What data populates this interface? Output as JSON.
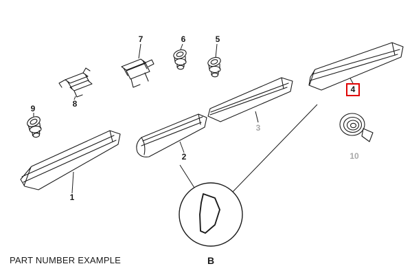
{
  "caption": "PART NUMBER EXAMPLE",
  "highlighted_part": "4",
  "colors": {
    "line": "#1a1a1a",
    "muted": "#a8a8a8",
    "highlight": "#e00000",
    "background": "#ffffff"
  },
  "labels": {
    "part1": "1",
    "part2": "2",
    "part3": "3",
    "part4": "4",
    "part5": "5",
    "part6": "6",
    "part7": "7",
    "part8": "8",
    "part9": "9",
    "part10": "10",
    "detail": "B"
  }
}
